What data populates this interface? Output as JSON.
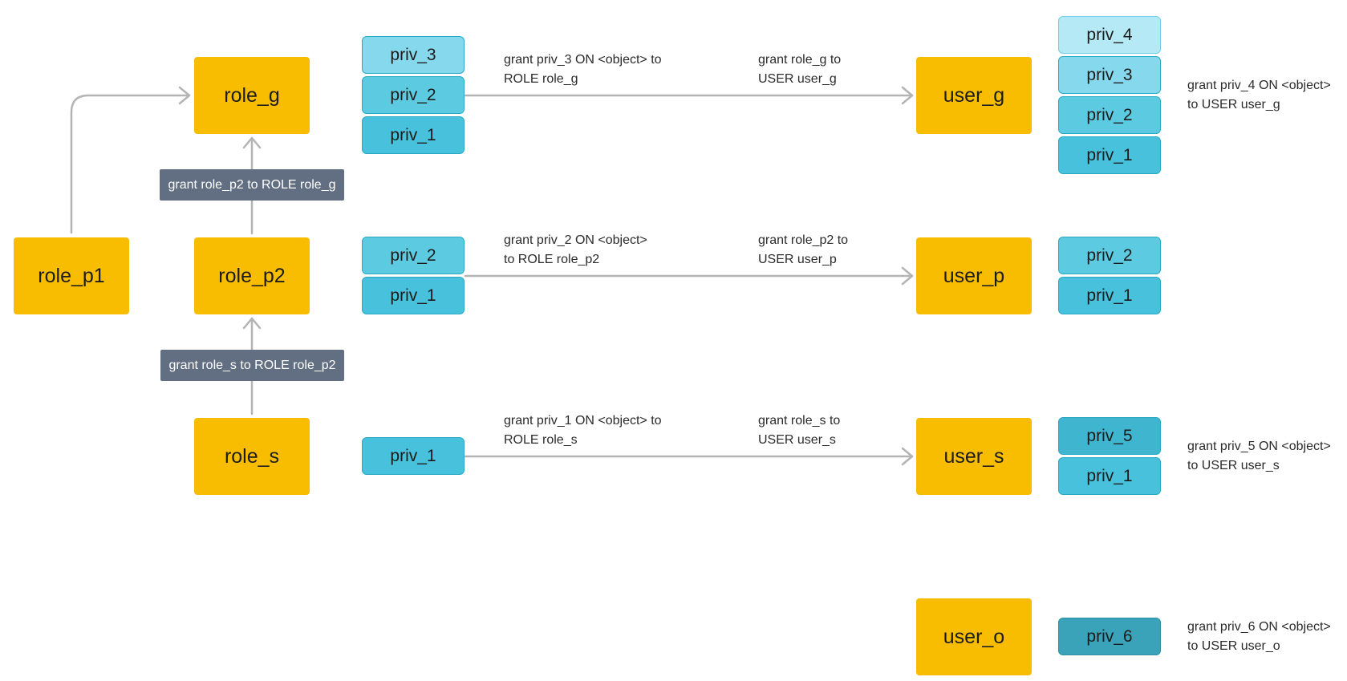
{
  "roles": {
    "role_g": "role_g",
    "role_p1": "role_p1",
    "role_p2": "role_p2",
    "role_s": "role_s"
  },
  "users": {
    "user_g": "user_g",
    "user_p": "user_p",
    "user_s": "user_s",
    "user_o": "user_o"
  },
  "privs": {
    "priv_1": "priv_1",
    "priv_2": "priv_2",
    "priv_3": "priv_3",
    "priv_4": "priv_4",
    "priv_5": "priv_5",
    "priv_6": "priv_6"
  },
  "role_grants": {
    "p2_to_g": "grant role_p2 to ROLE role_g",
    "s_to_p2": "grant role_s to ROLE role_p2"
  },
  "priv_notes": {
    "g": [
      "grant priv_3 ON <object> to",
      "ROLE role_g"
    ],
    "p2": [
      "grant priv_2 ON <object>",
      "to ROLE role_p2"
    ],
    "s": [
      "grant priv_1 ON <object> to",
      "ROLE role_s"
    ]
  },
  "user_grant_notes": {
    "g": [
      "grant role_g to",
      "USER user_g"
    ],
    "p": [
      "grant role_p2 to",
      "USER user_p"
    ],
    "s": [
      "grant role_s to",
      "USER user_s"
    ]
  },
  "direct_notes": {
    "g": [
      "grant priv_4 ON <object>",
      "to USER user_g"
    ],
    "s": [
      "grant priv_5 ON <object>",
      "to USER user_s"
    ],
    "o": [
      "grant priv_6 ON <object>",
      "to USER user_o"
    ]
  },
  "colors": {
    "node": "#f8bd00",
    "label": "#626f82",
    "arrow": "#b4b4b4",
    "priv_1": "#47c1dc",
    "priv_2": "#5ccbe1",
    "priv_3": "#86d9ec",
    "priv_4": "#b5e9f5",
    "priv_5": "#3fb5cf",
    "priv_6": "#3aa3b9"
  }
}
